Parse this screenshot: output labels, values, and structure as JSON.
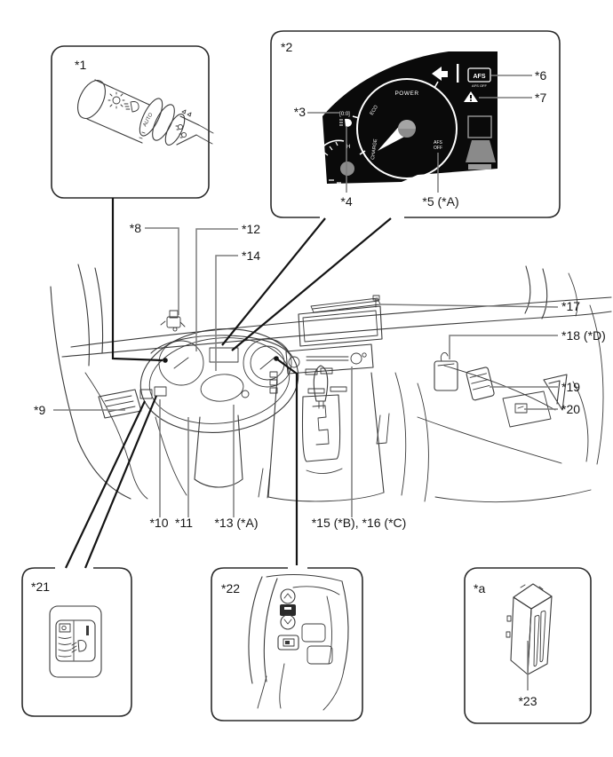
{
  "figure": {
    "description": "Vehicle dashboard component location diagram with numbered callouts",
    "insets": {
      "stalk_box": {
        "label": "*1",
        "auto_text": "AUTO"
      },
      "cluster_box": {
        "label": "*2",
        "gauge": {
          "power": "POWER",
          "eco": "ECO",
          "charge": "CHARGE",
          "temp_h": "H"
        },
        "indicators": {
          "afs_icon": "[0:0]",
          "afs_box": "AFS",
          "afs_box_sub": "AFS OFF",
          "afs_off_line1": "AFS",
          "afs_off_line2": "OFF"
        },
        "callouts": {
          "c3": "*3",
          "c4": "*4",
          "c5": "*5 (*A)",
          "c6": "*6",
          "c7": "*7"
        }
      },
      "leveling_box": {
        "label": "*21"
      },
      "steering_box": {
        "label": "*22"
      },
      "ecu_box": {
        "label": "*a",
        "callout": "*23"
      }
    },
    "dash_callouts": {
      "c8": "*8",
      "c9": "*9",
      "c10": "*10",
      "c11": "*11",
      "c12": "*12",
      "c13": "*13 (*A)",
      "c14": "*14",
      "c15_16": "*15 (*B), *16 (*C)",
      "c17": "*17",
      "c18": "*18 (*D)",
      "c19": "*19",
      "c20": "*20"
    },
    "colors": {
      "line": "#3a3a3a",
      "leader": "#7d7d7d",
      "strong_line": "#141414",
      "cluster_bg": "#0a0a0a",
      "cluster_fg": "#ffffff",
      "hub_gray": "#8c8c8c",
      "display_gray": "#9a9a9a"
    }
  }
}
